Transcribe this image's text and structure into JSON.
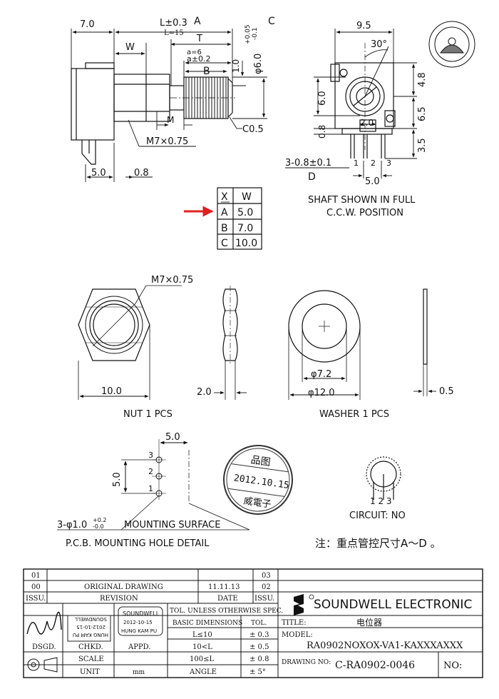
{
  "colors": {
    "ink": "#111111",
    "arrow": "#e02020",
    "stamp": "#333333"
  },
  "top_view": {
    "dim_7": "7.0",
    "dim_L": "L±0.3",
    "dim_L_sub": "L=15",
    "tag_A": "A",
    "dim_W": "W",
    "dim_T": "T",
    "dim_a": "a=6",
    "dim_a2": "a±0.2",
    "tag_B": "B",
    "dim_1": "1.0",
    "dim_M": "M",
    "dim_c05": "C0.5",
    "dim_thread": "M7×0.75",
    "dim_5": "5.0",
    "dim_08": "0.8",
    "dim_dia6": "φ6.0",
    "dim_tol_up": "+0.05",
    "dim_tol_dn": "-0.1",
    "tag_C": "C"
  },
  "side_view": {
    "dim_95": "9.5",
    "dim_30": "30°",
    "dim_48": "4.8",
    "dim_60": "6.0",
    "dim_65": "6.5",
    "dim_35": "3.5",
    "dim_20": "2.0",
    "dim_08": "0.8",
    "dim_pins": "3-0.8±0.1",
    "pin1": "1",
    "pin2": "2",
    "pin3": "3",
    "tag_D": "D",
    "dim_50": "5.0",
    "caption_1": "SHAFT SHOWN IN FULL",
    "caption_2": "C.C.W. POSITION"
  },
  "variant_table": {
    "headers": [
      "X",
      "W"
    ],
    "rows": [
      [
        "A",
        "5.0"
      ],
      [
        "B",
        "7.0"
      ],
      [
        "C",
        "10.0"
      ]
    ]
  },
  "hardware": {
    "nut_thread": "M7×0.75",
    "nut_width": "10.0",
    "nut_thick": "2.0",
    "nut_caption": "NUT  1 PCS",
    "washer_id": "φ7.2",
    "washer_od": "φ12.0",
    "washer_thick": "0.5",
    "washer_caption": "WASHER   1 PCS"
  },
  "pcb": {
    "dim_50a": "5.0",
    "dim_50b": "5.0",
    "pin3": "3",
    "pin2": "2",
    "pin1": "1",
    "holes": "3-φ1.0",
    "holes_up": "+0.2",
    "holes_dn": "-0.0",
    "surface": "MOUNTING SURFACE",
    "caption": "P.C.B. MOUNTING HOLE DETAIL"
  },
  "circuit": {
    "pins": "1 2 3",
    "caption": "CIRCUIT: NO"
  },
  "date_stamp": {
    "top": "品图",
    "date": "2012.10.15",
    "bottom": "威電子"
  },
  "note": "注：重点管控尺寸A～D 。",
  "logo": {
    "name": "SOUNDWELL  ELECTRONIC"
  },
  "title_block": {
    "rev_01": "01",
    "rev_00": "00",
    "rev_03": "03",
    "rev_02": "02",
    "original_drawing": "ORIGINAL  DRAWING",
    "orig_date": "11.11.13",
    "issu": "ISSU.",
    "revision": "REVISION",
    "date": "DATE",
    "issu2": "ISSU.",
    "tol_spec": "TOL. UNLESS OTHERWISE SPEC.",
    "basic_dim": "BASIC DIMENSIONS",
    "tol": "TOL.",
    "tol_rows": [
      {
        "dim": "L≤10",
        "tol": "± 0.3"
      },
      {
        "dim": "10<L",
        "tol": "± 0.5"
      },
      {
        "dim": "100≤L",
        "tol": "± 0.8"
      },
      {
        "dim": "ANGLE",
        "tol": "± 5°"
      }
    ],
    "dsgd": "DSGD.",
    "chkd": "CHKD.",
    "appd": "APPD.",
    "scale": "SCALE",
    "unit": "UNIT",
    "unit_val": "mm",
    "title_label": "TITLE:",
    "title_val": "电位器",
    "model_label": "MODEL:",
    "model_val": "RA0902NOXOX-VA1-KAXXXAXXX",
    "drawing_label": "DRAWING NO:",
    "drawing_val": "C-RA0902-0046",
    "no_label": "NO:",
    "stamp_line1": "HUNG KAM PU",
    "stamp_line2": "2012-10-15",
    "stamp_line3": "SOUNDWELL"
  }
}
